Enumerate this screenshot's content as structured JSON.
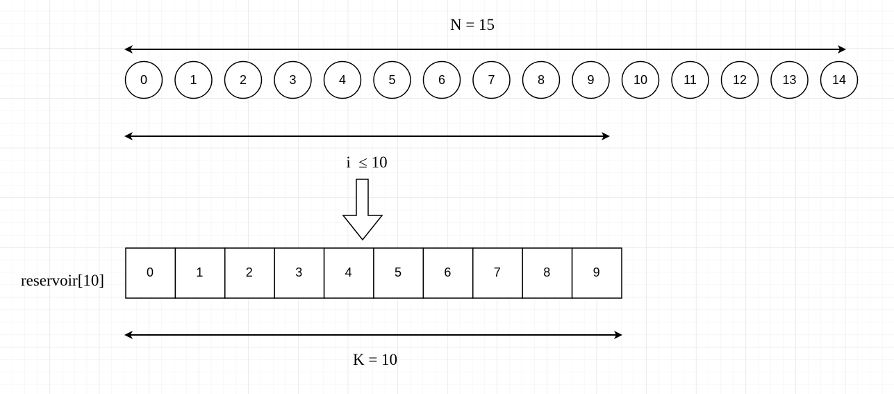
{
  "labels": {
    "n_label": "N = 15",
    "i_label": "i  ≤ 10",
    "k_label": "K = 10",
    "reservoir_label": "reservoir[10]"
  },
  "stream_items": [
    "0",
    "1",
    "2",
    "3",
    "4",
    "5",
    "6",
    "7",
    "8",
    "9",
    "10",
    "11",
    "12",
    "13",
    "14"
  ],
  "reservoir_items": [
    "0",
    "1",
    "2",
    "3",
    "4",
    "5",
    "6",
    "7",
    "8",
    "9"
  ],
  "colors": {
    "stroke": "#000000",
    "grid_major": "#d9d9d9",
    "grid_minor": "#efefef"
  }
}
